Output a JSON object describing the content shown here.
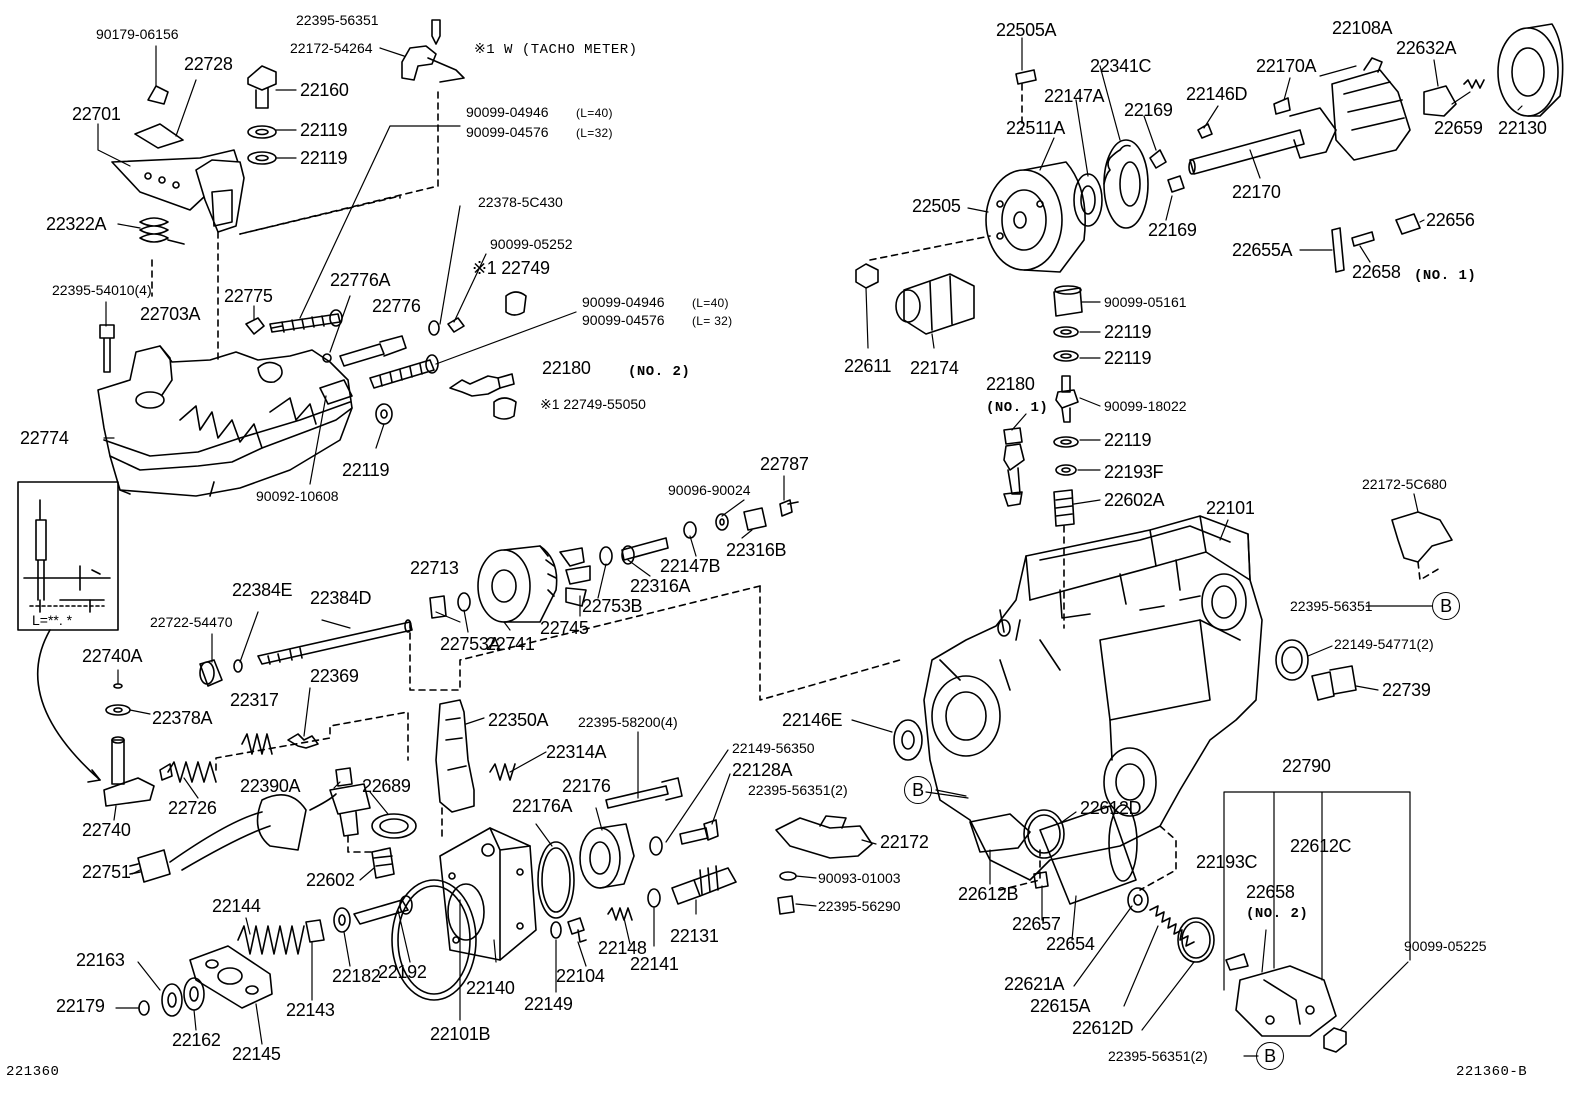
{
  "labels": {
    "p90179_06156": "90179-06156",
    "p22728": "22728",
    "p22160": "22160",
    "p22119_a": "22119",
    "p22119_b": "22119",
    "p22701": "22701",
    "p22395_56351_top": "22395-56351",
    "p22172_54264": "22172-54264",
    "note_tacho": "※1 W (TACHO METER)",
    "p90099_04946_a": "90099-04946",
    "p90099_04946_a_len": "(L=40)",
    "p90099_04576_a": "90099-04576",
    "p90099_04576_a_len": "(L=32)",
    "p22322a": "22322A",
    "p22378_5c430": "22378-5C430",
    "p90099_05252": "90099-05252",
    "p22749": "※1 22749",
    "p22395_54010": "22395-54010(4)",
    "p22775": "22775",
    "p22776a": "22776A",
    "p22776": "22776",
    "p22703a": "22703A",
    "p90099_04946_b": "90099-04946",
    "p90099_04946_b_len": "(L=40)",
    "p90099_04576_b": "90099-04576",
    "p90099_04576_b_len": "(L= 32)",
    "p22180_no2": "22180",
    "p22180_no2_tag": "(NO. 2)",
    "p22749_55050": "※1 22749-55050",
    "p22774": "22774",
    "p22119_c": "22119",
    "p90092_10608": "90092-10608",
    "l_dim": "L=**. *",
    "p22787": "22787",
    "p90096_90024": "90096-90024",
    "p22316b": "22316B",
    "p22147b": "22147B",
    "p22316a": "22316A",
    "p22713": "22713",
    "p22384e": "22384E",
    "p22384d": "22384D",
    "p22753b": "22753B",
    "p22745": "22745",
    "p22722_54470": "22722-54470",
    "p22753a": "22753A",
    "p22741": "22741",
    "p22740a": "22740A",
    "p22378a": "22378A",
    "p22317": "22317",
    "p22369": "22369",
    "p22350a": "22350A",
    "p22395_58200": "22395-58200(4)",
    "p22314a": "22314A",
    "p22149_56350": "22149-56350",
    "p22128a": "22128A",
    "p22395_56351_2_mid": "22395-56351(2)",
    "p22176": "22176",
    "p22176a": "22176A",
    "p22390a": "22390A",
    "p22689": "22689",
    "p22726": "22726",
    "p22740": "22740",
    "p22751": "22751",
    "p22602": "22602",
    "p22172": "22172",
    "p90093_01003": "90093-01003",
    "p22395_56290": "22395-56290",
    "p22144": "22144",
    "p22163": "22163",
    "p22179": "22179",
    "p22162": "22162",
    "p22145": "22145",
    "p22143": "22143",
    "p22182": "22182",
    "p22192": "22192",
    "p22101b": "22101B",
    "p22140": "22140",
    "p22149": "22149",
    "p22104": "22104",
    "p22148": "22148",
    "p22141": "22141",
    "p22131": "22131",
    "p22505a": "22505A",
    "p22341c": "22341C",
    "p22147a": "22147A",
    "p22169_a": "22169",
    "p22511a": "22511A",
    "p22108a": "22108A",
    "p22170a": "22170A",
    "p22632a": "22632A",
    "p22146d": "22146D",
    "p22659": "22659",
    "p22130": "22130",
    "p22170": "22170",
    "p22505": "22505",
    "p22169_b": "22169",
    "p22656": "22656",
    "p22655a": "22655A",
    "p22658_no1": "22658",
    "p22658_no1_tag": "(NO. 1)",
    "p22611": "22611",
    "p22174": "22174",
    "p90099_05161": "90099-05161",
    "p22119_d": "22119",
    "p22119_e": "22119",
    "p22180_no1": "22180",
    "p22180_no1_tag": "(NO. 1)",
    "p90099_18022": "90099-18022",
    "p22119_f": "22119",
    "p22193f": "22193F",
    "p22602a": "22602A",
    "p22101": "22101",
    "p22172_5c680": "22172-5C680",
    "p22395_56351_right": "22395-56351",
    "p22149_54771": "22149-54771(2)",
    "p22739": "22739",
    "p22146e": "22146E",
    "p22612d_a": "22612D",
    "p22612b": "22612B",
    "p22657": "22657",
    "p22654": "22654",
    "p22621a": "22621A",
    "p22615a": "22615A",
    "p22612d_b": "22612D",
    "p22395_56351_2_bot": "22395-56351(2)",
    "p22790": "22790",
    "p22193c": "22193C",
    "p22612c": "22612C",
    "p22658_no2": "22658",
    "p22658_no2_tag": "(NO. 2)",
    "p90099_05225": "90099-05225",
    "b_marker": "B",
    "code_left": "221360",
    "code_right": "221360-B"
  }
}
